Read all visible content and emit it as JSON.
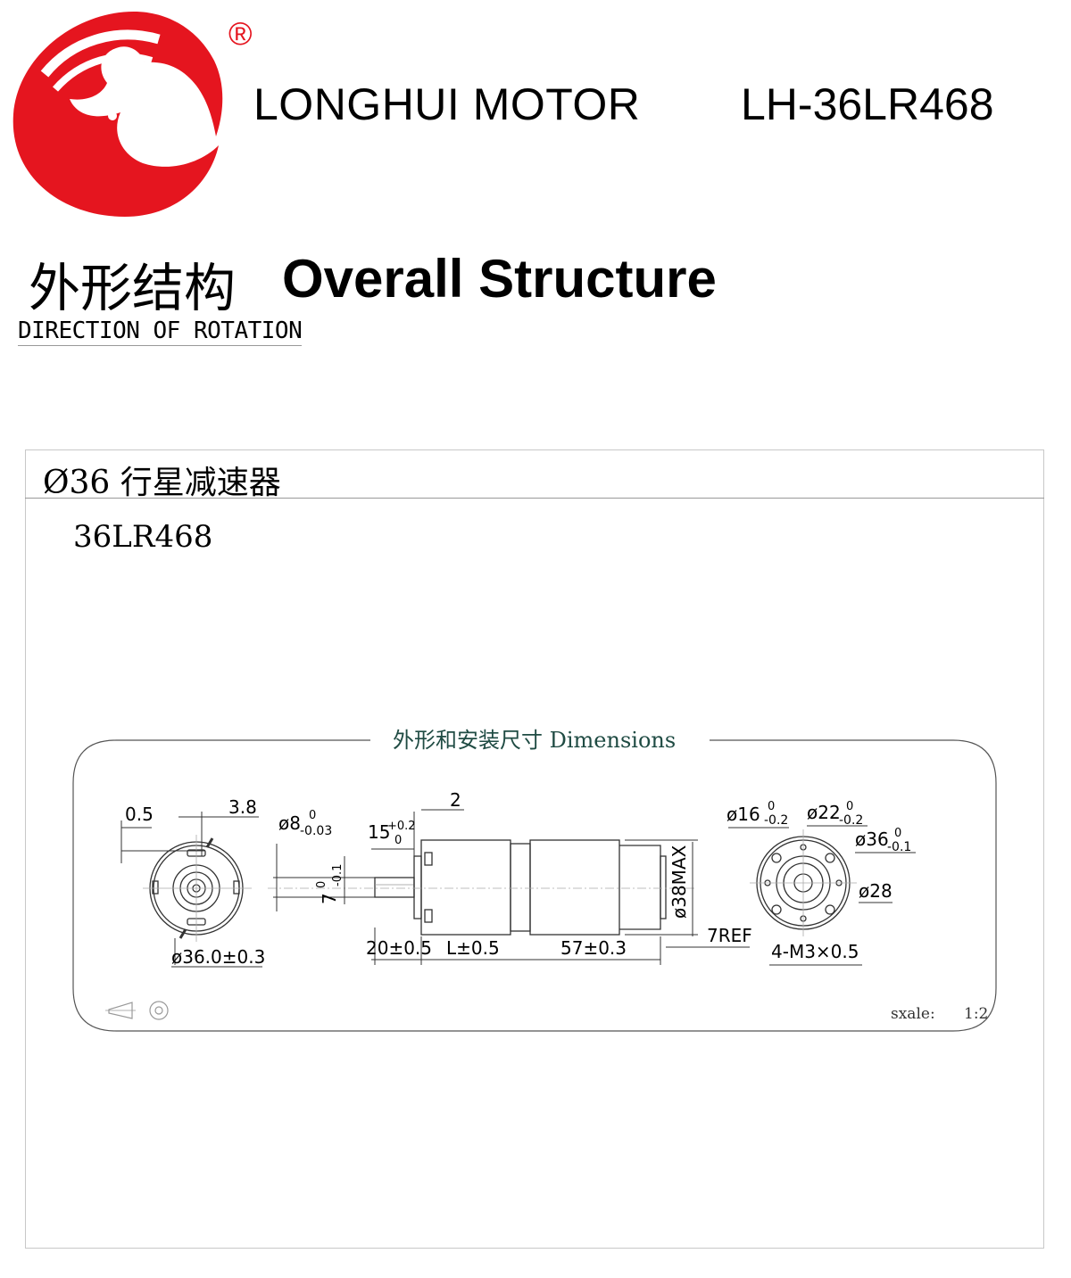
{
  "header": {
    "brand": "LONGHUI MOTOR",
    "model": "LH-36LR468",
    "logo_icon": "longhui-bird-logo-icon",
    "registered_mark": "®",
    "logo_color": "#e5151f"
  },
  "section": {
    "title_cn": "外形结构",
    "title_en": "Overall  Structure",
    "direction": "DIRECTION OF ROTATION"
  },
  "frame": {
    "series": "Ø36 行星减速器",
    "part": "36LR468"
  },
  "drawing": {
    "title": "外形和安装尺寸 Dimensions",
    "title_color": "#1f4b43",
    "dims": {
      "d_0_5": "0.5",
      "d_3_8": "3.8",
      "d_36_0": "ø36.0±0.3",
      "shaft_d": "ø8",
      "shaft_d_tol_upper": "0",
      "shaft_d_tol_lower": "-0.03",
      "flat_height": "7",
      "flat_tol_upper": "0",
      "flat_tol_lower": "-0.1",
      "len_15": "15",
      "len_15_tol_upper": "+0.2",
      "len_15_tol_lower": "0",
      "len_2": "2",
      "len_20": "20±0.5",
      "len_L": "L±0.5",
      "len_57": "57±0.3",
      "d_38max": "ø38MAX",
      "ref_7": "7REF",
      "d_16": "ø16",
      "d_16_tol_upper": "0",
      "d_16_tol_lower": "-0.2",
      "d_22": "ø22",
      "d_22_tol_upper": "0",
      "d_22_tol_lower": "-0.2",
      "d_36": "ø36",
      "d_36_tol_upper": "0",
      "d_36_tol_lower": "-0.1",
      "d_28": "ø28",
      "holes": "4-M3×0.5"
    },
    "scale_label": "sxale:",
    "scale_value": "1:2",
    "projection_icon": "first-angle-projection-icon"
  }
}
